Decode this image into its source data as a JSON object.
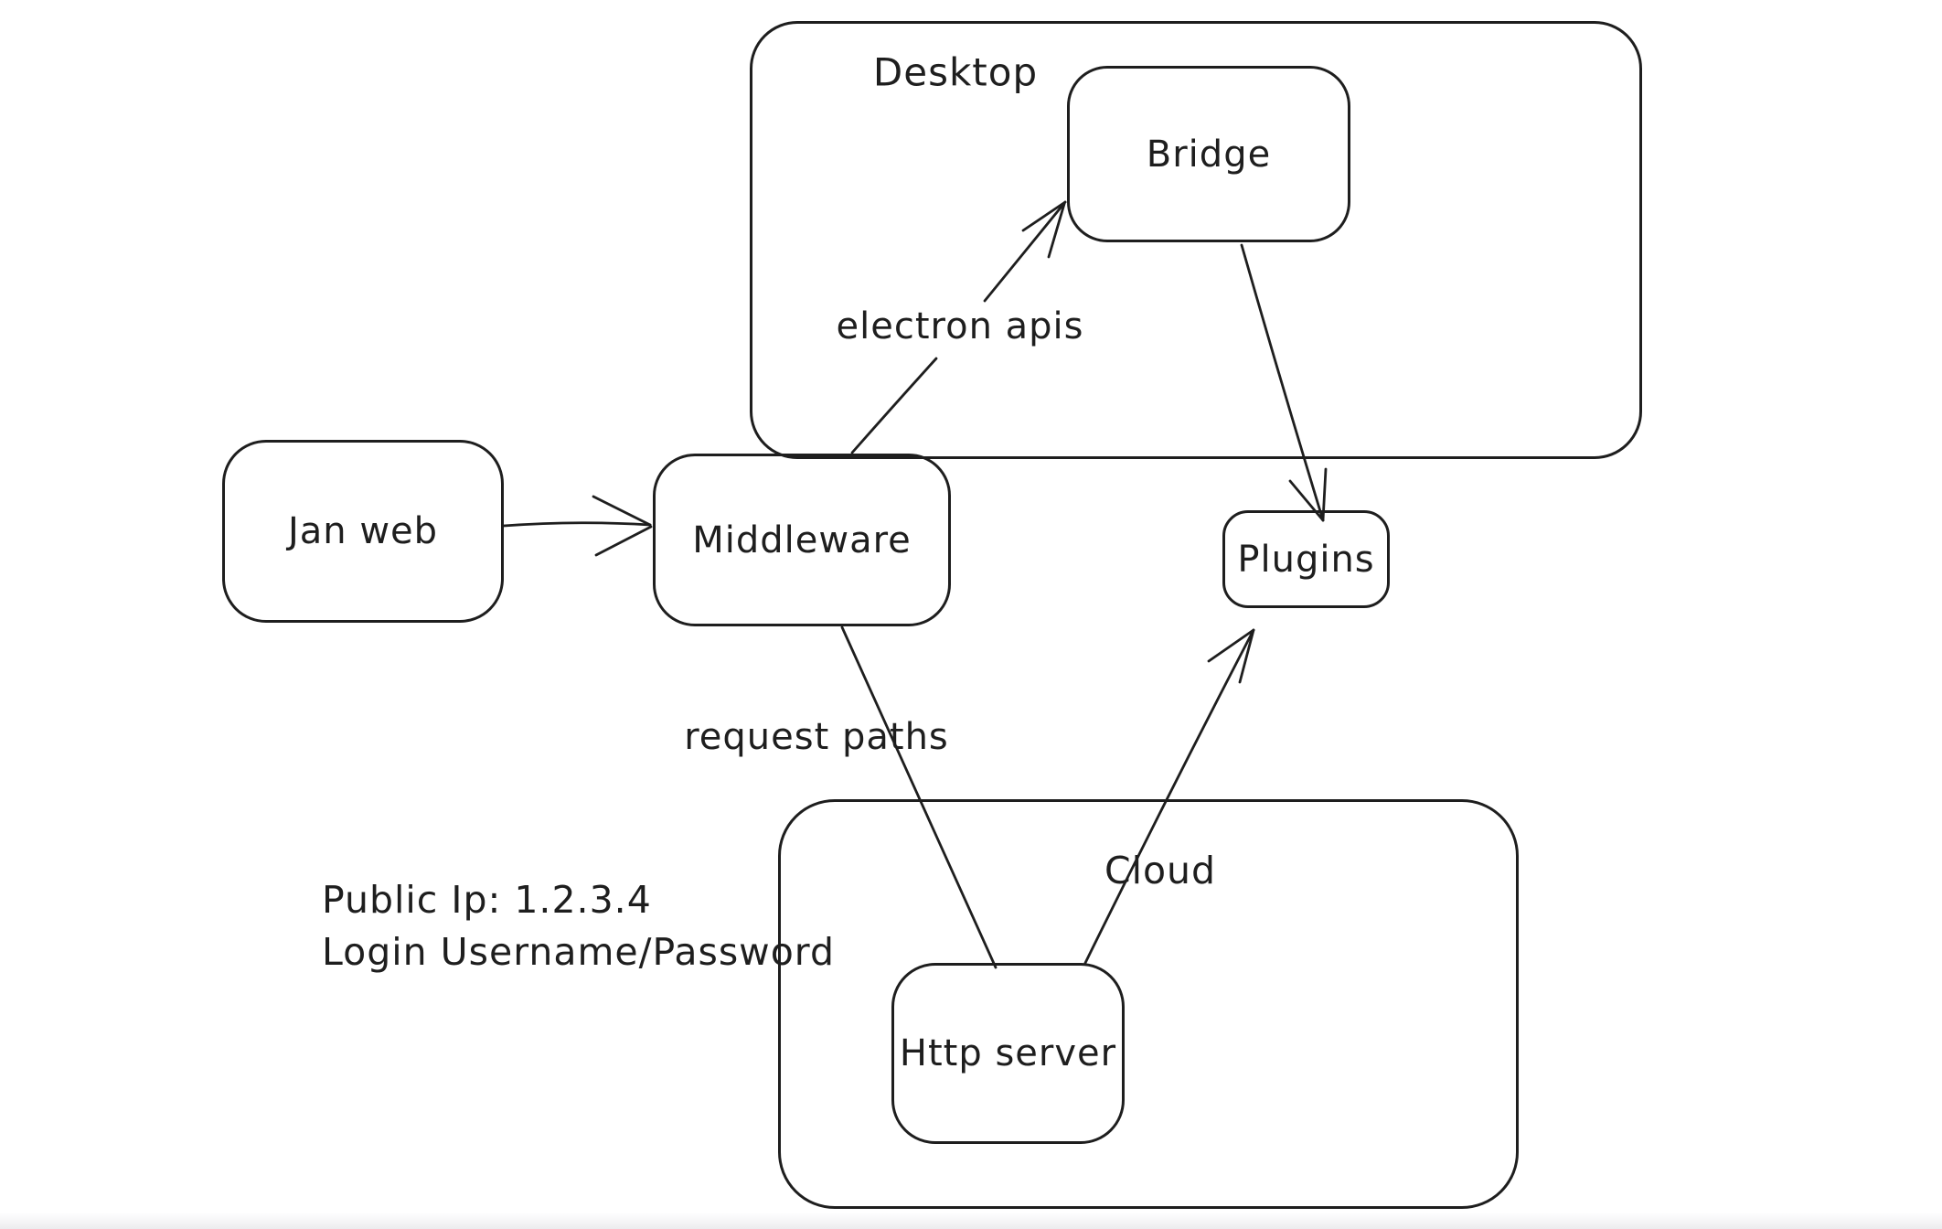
{
  "app": {
    "background_color": "#ffffff",
    "stroke_color": "#1e1e1e"
  },
  "containers": {
    "desktop": {
      "label": "Desktop"
    },
    "cloud": {
      "label": "Cloud"
    }
  },
  "nodes": {
    "jan_web": {
      "label": "Jan web"
    },
    "middleware": {
      "label": "Middleware"
    },
    "bridge": {
      "label": "Bridge"
    },
    "plugins": {
      "label": "Plugins"
    },
    "http_server": {
      "label": "Http server"
    }
  },
  "edge_labels": {
    "electron_apis": "electron apis",
    "request_paths": "request paths"
  },
  "edges": [
    {
      "from": "jan_web",
      "to": "middleware",
      "label": "",
      "arrowhead": true
    },
    {
      "from": "middleware",
      "to": "bridge",
      "label": "electron apis",
      "arrowhead": true
    },
    {
      "from": "bridge",
      "to": "plugins",
      "label": "",
      "arrowhead": true
    },
    {
      "from": "http_server",
      "to": "plugins",
      "label": "",
      "arrowhead": true
    },
    {
      "from": "middleware",
      "to": "http_server",
      "label": "request paths",
      "arrowhead": false
    }
  ],
  "notes": {
    "public_ip": "Public Ip: 1.2.3.4",
    "login": "Login Username/Password"
  }
}
